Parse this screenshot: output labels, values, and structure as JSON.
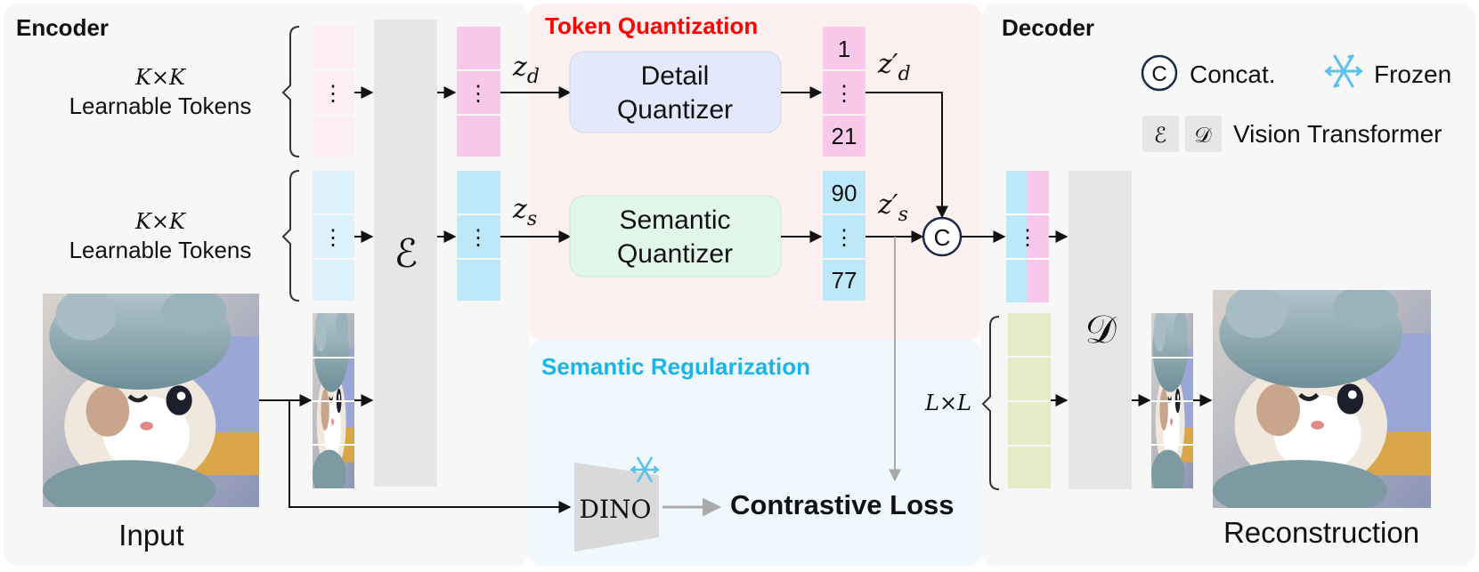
{
  "sections": {
    "encoder_title": "Encoder",
    "decoder_title": "Decoder",
    "token_quant_title": "Token Quantization",
    "semantic_reg_title": "Semantic Regularization"
  },
  "encoder": {
    "tokens_label_1": "K×K",
    "tokens_label_2": "Learnable Tokens",
    "encoder_symbol": "ℰ",
    "ellipsis": "⋮",
    "input_label": "Input"
  },
  "quant": {
    "detail_line1": "Detail",
    "detail_line2": "Quantizer",
    "semantic_line1": "Semantic",
    "semantic_line2": "Quantizer",
    "zd": "z",
    "zd_sub": "d",
    "zs": "z",
    "zs_sub": "s",
    "zdp": "z′",
    "zdp_sub": "d",
    "zsp": "z′",
    "zsp_sub": "s",
    "detail_codes": [
      "1",
      "⋮",
      "21"
    ],
    "semantic_codes": [
      "90",
      "⋮",
      "77"
    ]
  },
  "regularization": {
    "dino_label": "DINO",
    "contrastive_label": "Contrastive Loss"
  },
  "decoder": {
    "concat_symbol": "C",
    "decoder_symbol": "𝒟",
    "latent_label": "L×L",
    "output_label": "Reconstruction"
  },
  "legend": {
    "concat_symbol": "C",
    "concat_label": "Concat.",
    "frozen_label": "Frozen",
    "enc_symbol": "ℰ",
    "dec_symbol": "𝒟",
    "vit_label": "Vision Transformer"
  },
  "colors": {
    "pink_token": "#f9c8ea",
    "light_pink_token": "#fdeef6",
    "blue_token": "#bde8f8",
    "light_blue_token": "#dcf1fb",
    "olive_token": "#e4ebc7",
    "grey_block": "#e6e6e6",
    "detail_quantizer": "#e3e9fb",
    "semantic_quantizer": "#e2f7ec",
    "token_quant_bg": "#fdf0f0",
    "semantic_reg_bg": "#eef8fd",
    "token_quant_title": "#ff0000",
    "semantic_reg_title": "#19b4e8",
    "snowflake": "#5cc0ea"
  }
}
